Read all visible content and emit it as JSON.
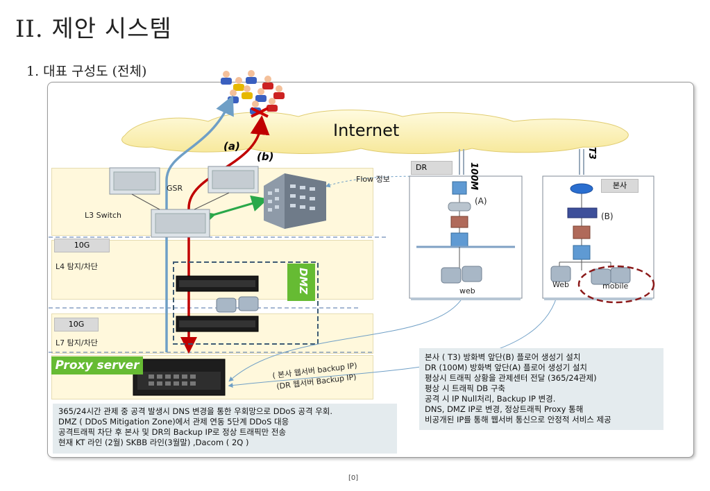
{
  "title": "II. 제안 시스템",
  "subtitle": "1. 대표 구성도 (전체)",
  "internet_label": "Internet",
  "path_a": "(a)",
  "path_b": "(b)",
  "flow_info": "Flow 정보",
  "gsr": "GSR",
  "l3_switch": "L3 Switch",
  "tag_10g_1": "10G",
  "l4": "L4 탐지/차단",
  "tag_10g_2": "10G",
  "l7": "L7 탐지/차단",
  "dmz": "DMZ",
  "proxy_server": "Proxy   server",
  "backup_line1": "( 본사  웹서버  backup IP)",
  "backup_line2": "(DR  웹서버  Backup IP)",
  "dr": {
    "title": "DR",
    "line": "100M",
    "mark": "(A)",
    "web": "web"
  },
  "hq": {
    "title": "본사",
    "line": "T3",
    "mark": "(B)",
    "web": "Web",
    "mobile": "mobile"
  },
  "note_left": [
    "365/24시간 관제 중 공격 발생시  DNS 변경을 통한 우회망으로 DDoS 공격 우회.",
    "DMZ ( DDoS Mitigation Zone)에서 관제 연동 5단계 DDoS 대응",
    "공격트래픽 차단 후 본사 및 DR의 Backup IP로 정상 트래픽만 전송",
    "현재 KT 라인  (2월)   SKBB 라인(3월말)  ,Dacom    ( 2Q )"
  ],
  "note_right": [
    "본사 ( T3) 방화벽 앞단(B) 플로어 생성기 설치",
    "DR (100M) 방화벽 앞단(A) 플로어 생성기 설치",
    "평상시 트래픽 상황을 관제센터 전달 (365/24관제)",
    "평상 시 트래픽 DB 구축",
    "공격 시  IP Null처리, Backup IP 변경.",
    "DNS, DMZ IP로 변경, 정상트래픽 Proxy 통해",
    "비공개된 IP를 통해 웹서버 통신으로 안정적 서비스 제공"
  ],
  "page_number": "[0]",
  "colors": {
    "path_a": "#6f9fc6",
    "path_b": "#c00000",
    "green_link": "#2aa84a",
    "band": "#fff8dc",
    "dmz_tag": "#66bb33",
    "note_bg": "#e4ebee",
    "ellipse": "#8b1a1a"
  }
}
